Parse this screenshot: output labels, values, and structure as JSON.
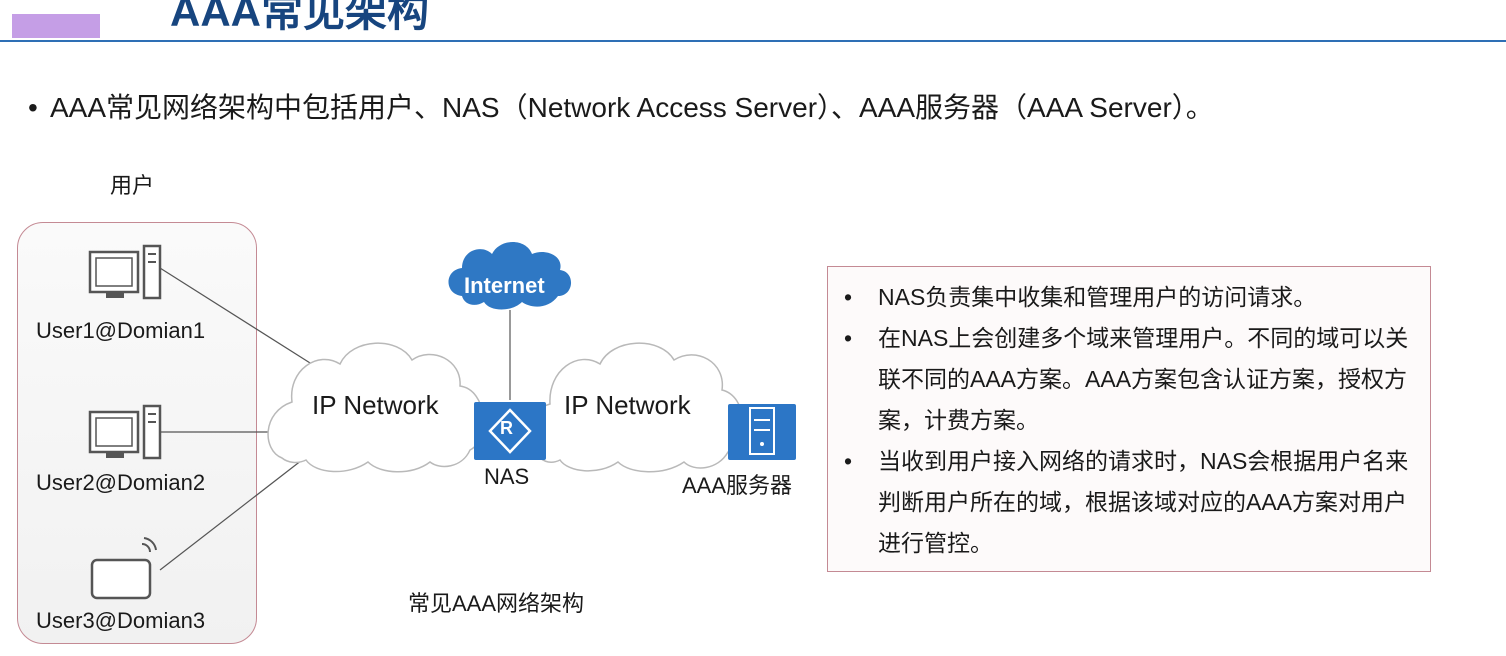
{
  "slide": {
    "title": "AAA常见架构",
    "intro": "AAA常见网络架构中包括用户、NAS（Network Access Server）、AAA服务器（AAA Server）。"
  },
  "diagram": {
    "users_title": "用户",
    "users": [
      "User1@Domian1",
      "User2@Domian2",
      "User3@Domian3"
    ],
    "internet_label": "Internet",
    "ip_network_left": "IP Network",
    "ip_network_right": "IP Network",
    "nas_label": "NAS",
    "nas_router_letter": "R",
    "aaa_server_label": "AAA服务器",
    "caption": "常见AAA网络架构"
  },
  "notes": [
    "NAS负责集中收集和管理用户的访问请求。",
    "在NAS上会创建多个域来管理用户。不同的域可以关联不同的AAA方案。AAA方案包含认证方案，授权方案，计费方案。",
    "当收到用户接入网络的请求时，NAS会根据用户名来判断用户所在的域，根据该域对应的AAA方案对用户进行管控。"
  ],
  "colors": {
    "title": "#17457f",
    "title_rule": "#2e6fb5",
    "accent": "#c59ee6",
    "box_border": "#c48a94",
    "internet_cloud": "#2f78c4",
    "device_blue": "#2c76c6"
  }
}
